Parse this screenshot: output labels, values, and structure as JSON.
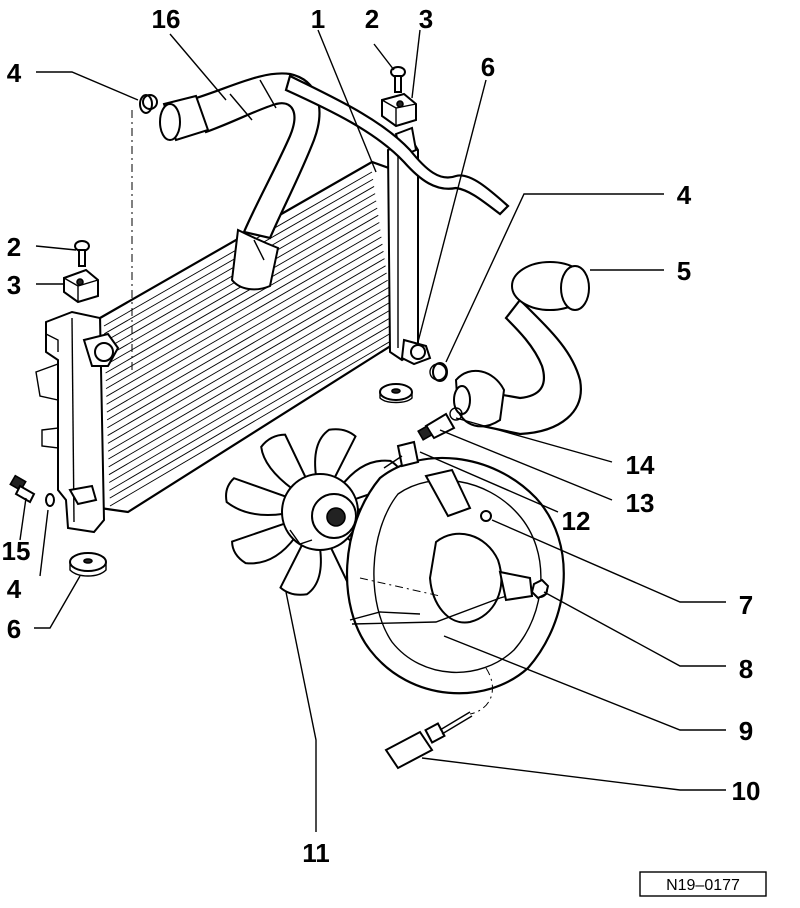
{
  "reference_code": "N19–0177",
  "callouts": [
    {
      "id": "16-top",
      "text": "16"
    },
    {
      "id": "1-top",
      "text": "1"
    },
    {
      "id": "2-top",
      "text": "2"
    },
    {
      "id": "3-top",
      "text": "3"
    },
    {
      "id": "4-top-left",
      "text": "4"
    },
    {
      "id": "6-top",
      "text": "6"
    },
    {
      "id": "2-left",
      "text": "2"
    },
    {
      "id": "3-left",
      "text": "3"
    },
    {
      "id": "4-right",
      "text": "4"
    },
    {
      "id": "5",
      "text": "5"
    },
    {
      "id": "14",
      "text": "14"
    },
    {
      "id": "13",
      "text": "13"
    },
    {
      "id": "12",
      "text": "12"
    },
    {
      "id": "7",
      "text": "7"
    },
    {
      "id": "8",
      "text": "8"
    },
    {
      "id": "9",
      "text": "9"
    },
    {
      "id": "10",
      "text": "10"
    },
    {
      "id": "11",
      "text": "11"
    },
    {
      "id": "15",
      "text": "15"
    },
    {
      "id": "4-bottom-left",
      "text": "4"
    },
    {
      "id": "6-bottom-left",
      "text": "6"
    }
  ]
}
